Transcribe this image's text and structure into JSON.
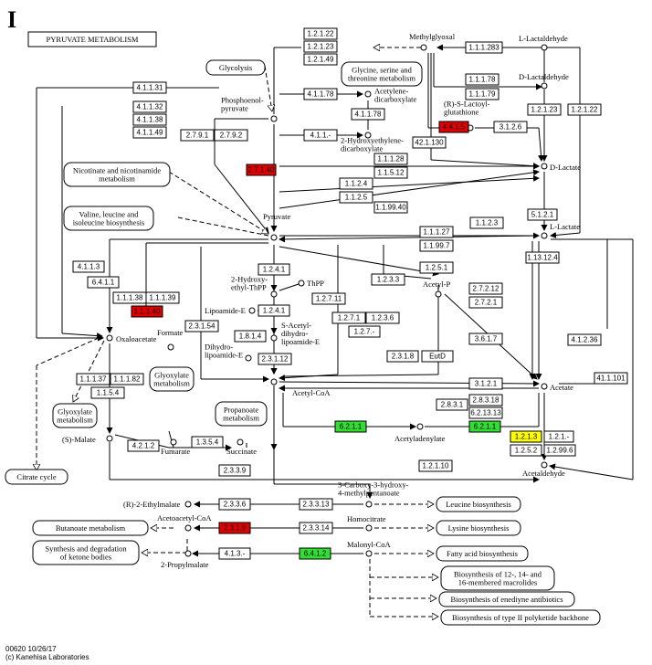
{
  "panel_letter": "I",
  "title": "PYRUVATE METABOLISM",
  "footer": {
    "code": "00620 10/26/17",
    "copyright": "(c) Kanehisa Laboratories"
  },
  "colors": {
    "red": "#e00000",
    "green": "#33dd33",
    "yellow": "#ffff00"
  },
  "compounds": {
    "methylglyoxal": "Methylglyoxal",
    "l_lactaldehyde": "L-Lactaldehyde",
    "d_lactaldehyde": "D-Lactaldehyde",
    "r_s_lactoylglutathione": "(R)-S-Lactoyl-\nglutathione",
    "d_lactate": "D-Lactate",
    "l_lactate": "L-Lactate",
    "pep": "Phosphoenol-\npyruvate",
    "acetylenedicarboxylate": "Acetylene-\ndicarboxylate",
    "hydroxyethylene": "2-Hydroxyethylene-\ndicarboxylate",
    "pyruvate": "Pyruvate",
    "hydroxyethyl_thpp": "2-Hydroxy-\nethyl-ThPP",
    "thpp": "ThPP",
    "lipoamide_e": "Lipoamide-E",
    "s_acetyl": "S-Acetyl-\ndihydro-\nlipoamide-E",
    "dihydrolipoamide": "Dihydro-\nlipoamide-E",
    "formate": "Formate",
    "oxaloacetate": "Oxaloacetate",
    "acetyl_p": "Acetyl-P",
    "acetate": "Acetate",
    "acetyl_coa": "Acetyl-CoA",
    "acetyladenylate": "Acetyladenylate",
    "s_malate": "(S)-Malate",
    "fumarate": "Fumarate",
    "succinate": "Succinate",
    "acetaldehyde": "Acetaldehyde",
    "r2_ethylmalate": "(R)-2-Ethylmalate",
    "carboxy_hydroxy": "3-Carboxy-3-hydroxy-\n4-methylpentanoate",
    "acetoacetyl_coa": "Acetoacetyl-CoA",
    "homocitrate": "Homocitrate",
    "propylmalate": "2-Propylmalate",
    "malonyl_coa": "Malonyl-CoA"
  },
  "pathways": {
    "glycolysis": "Glycolysis",
    "glycine": "Glycine, serine and\nthreonine metabolism",
    "nicotinate": "Nicotinate and nicotinamide\nmetabolism",
    "valine": "Valine, leucine and\nisoleucine biosynthesis",
    "glyoxylate1": "Glyoxylate\nmetabolism",
    "glyoxylate2": "Glyoxylate\nmetabolism",
    "propanoate": "Propanoate\nmetabolism",
    "citrate": "Citrate cycle",
    "leucine": "Leucine biosynthesis",
    "lysine": "Lysine biosynthesis",
    "butanoate": "Butanoate metabolism",
    "ketone": "Synthesis and degradation\nof ketone bodies",
    "fatty": "Fatty acid biosynthesis",
    "macrolides": "Biosynthesis of 12-, 14- and\n16-membered macrolides",
    "enediyne": "Biosynthesis of enediyne antibiotics",
    "polyketide": "Biosynthesis of type II polyketide backbone"
  },
  "enzymes": {
    "e1": "1.2.1.22",
    "e2": "1.2.1.23",
    "e3": "1.2.1.49",
    "e4": "1.1.1.283",
    "e5": "4.1.1.31",
    "e6": "4.1.1.32",
    "e7": "4.1.1.38",
    "e8": "4.1.1.49",
    "e9": "2.7.9.1",
    "e10": "2.7.9.2",
    "e11": "4.1.1.78",
    "e12": "4.1.1.78",
    "e13": "4.1.1.-",
    "e14": "1.1.1.78",
    "e15": "1.1.1.79",
    "e16": "4.4.1.5",
    "e17": "3.1.2.6",
    "e18": "1.2.1.23",
    "e19": "1.2.1.22",
    "e20": "42.1.130",
    "e21": "1.1.1.28",
    "e22": "1.1.5.12",
    "e23": "2.7.1.40",
    "e24": "1.1.2.4",
    "e25": "1.1.2.5",
    "e26": "1.1.99.40",
    "e27": "5.1.2.1",
    "e28": "1.1.2.3",
    "e29": "1.1.1.27",
    "e30": "1.1.99.7",
    "e31": "1.13.12.4",
    "e32": "4.1.1.3",
    "e33": "6.4.1.1",
    "e34": "1.1.1.38",
    "e35": "1.1.1.39",
    "e36": "1.1.1.40",
    "e37": "1.2.4.1",
    "e38": "1.2.4.1",
    "e39": "1.2.5.1",
    "e40": "1.2.3.3",
    "e41": "2.7.2.12",
    "e42": "2.7.2.1",
    "e43": "1.2.7.11",
    "e44": "1.8.1.4",
    "e45": "2.3.1.54",
    "e46": "1.2.7.1",
    "e47": "1.2.3.6",
    "e48": "1.2.7.-",
    "e49": "2.3.1.12",
    "e50": "3.6.1.7",
    "e51": "4.1.2.36",
    "e52": "41.1.101",
    "e53": "2.3.1.8",
    "e54": "EutD",
    "e55": "1.1.1.37",
    "e56": "1.1.1.82",
    "e57": "1.1.5.4",
    "e58": "3.1.2.1",
    "e59": "2.8.3.18",
    "e60": "2.8.3.1",
    "e61": "6.2.13.13",
    "e62": "6.2.1.1",
    "e63": "6.2.1.1",
    "e64": "1.2.1.3",
    "e65": "1.2.1.-",
    "e66": "1.2.5.2",
    "e67": "1.2.99.6",
    "e68": "4.2.1.2",
    "e69": "1.3.5.4",
    "e70": "2.3.3.9",
    "e71": "1.2.1.10",
    "e72": "2.3.3.6",
    "e73": "2.3.3.13",
    "e74": "2.3.1.9",
    "e75": "2.3.3.14",
    "e76": "4.1.3.-",
    "e77": "6.4.1.2"
  }
}
